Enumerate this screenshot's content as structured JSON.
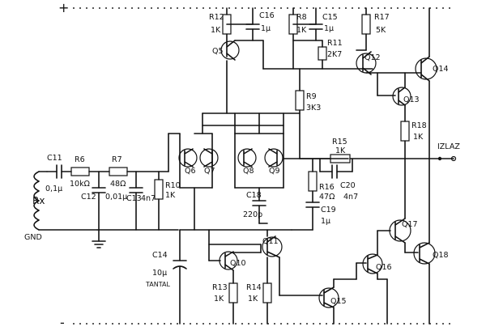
{
  "rails": {
    "top_symbol": "+",
    "bottom_symbol": "-"
  },
  "input": {
    "name": "Rx",
    "ground": "GND"
  },
  "output": {
    "label": "IZLAZ"
  },
  "resistors": [
    {
      "ref": "R6",
      "value": "10kΩ"
    },
    {
      "ref": "R7",
      "value": "48Ω"
    },
    {
      "ref": "R10",
      "value": "1K"
    },
    {
      "ref": "R12",
      "value": "1K"
    },
    {
      "ref": "R8",
      "value": "1K"
    },
    {
      "ref": "R11",
      "value": "2K7"
    },
    {
      "ref": "R17",
      "value": "5K"
    },
    {
      "ref": "R9",
      "value": "3K3"
    },
    {
      "ref": "R15",
      "value": "1K"
    },
    {
      "ref": "R16",
      "value": "47Ω"
    },
    {
      "ref": "R18",
      "value": "1K"
    },
    {
      "ref": "R13",
      "value": "1K"
    },
    {
      "ref": "R14",
      "value": "1K"
    }
  ],
  "capacitors": [
    {
      "ref": "C11",
      "value": "0,1μ"
    },
    {
      "ref": "C12",
      "value": "0,01μ"
    },
    {
      "ref": "C13",
      "value": "4n7"
    },
    {
      "ref": "C16",
      "value": "1μ"
    },
    {
      "ref": "C15",
      "value": "1μ"
    },
    {
      "ref": "C18",
      "value": "220p"
    },
    {
      "ref": "C19",
      "value": "1μ"
    },
    {
      "ref": "C20",
      "value": "4n7"
    },
    {
      "ref": "C14",
      "value": "10μ",
      "note": "TANTAL"
    }
  ],
  "transistors": [
    "Q5",
    "Q6",
    "Q7",
    "Q8",
    "Q9",
    "Q10",
    "Q11",
    "Q12",
    "Q13",
    "Q14",
    "Q15",
    "Q16",
    "Q17",
    "Q18"
  ]
}
